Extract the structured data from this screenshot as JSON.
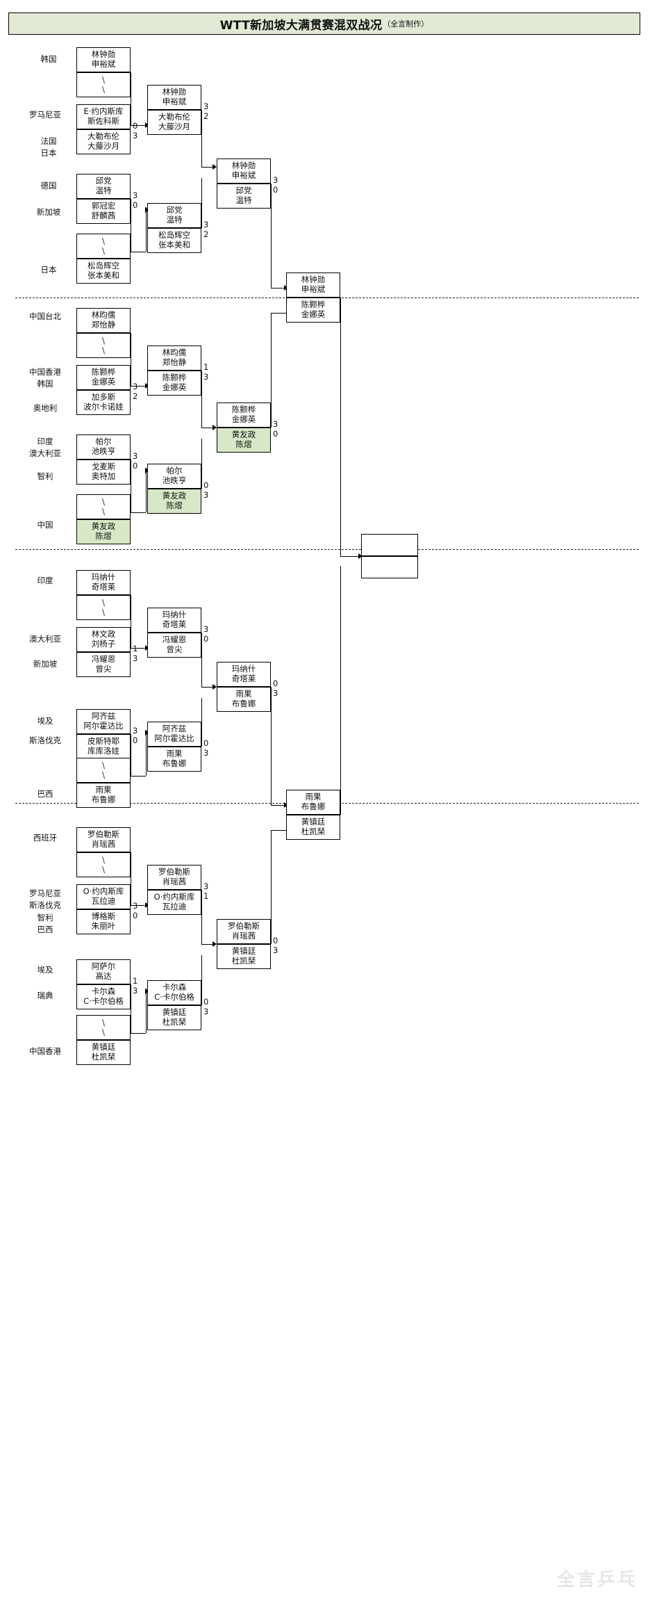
{
  "title": {
    "main": "WTT新加坡大满贯赛混双战况",
    "sub": "（全言制作）"
  },
  "watermark": "全言乒乓",
  "colors": {
    "title_bg": "#e2ead6",
    "highlight": "#d7e8c6",
    "line": "#000000",
    "text": "#111111"
  },
  "labels": {
    "bye": "\\"
  },
  "chart_data": {
    "type": "bracket",
    "title": "WTT新加坡大满贯赛混双战况",
    "rounds": [
      "R1",
      "R2",
      "QF",
      "SF",
      "F"
    ],
    "quadrants": [
      {
        "name": "Q1",
        "countries": [
          "韩国",
          "罗马尼亚",
          "法国",
          "日本",
          "德国",
          "新加坡",
          "日本"
        ],
        "matches": [
          {
            "a": "林钟勋 / 申裕斌",
            "b": "BYE",
            "winner": "林钟勋 / 申裕斌"
          },
          {
            "a": "E·约内斯库 / 斯佐科斯",
            "b": "大勒布伦 / 大藤沙月",
            "sa": 0,
            "sb": 3,
            "winner": "大勒布伦 / 大藤沙月"
          },
          {
            "a": "林钟勋 / 申裕斌",
            "b": "大勒布伦 / 大藤沙月",
            "sa": 3,
            "sb": 2,
            "winner": "林钟勋 / 申裕斌"
          },
          {
            "a": "邱党 / 温特",
            "b": "郭冠宏 / 舒麟茜",
            "sa": 3,
            "sb": 0,
            "winner": "邱党 / 温特"
          },
          {
            "a": "BYE",
            "b": "松岛辉空 / 张本美和",
            "winner": "松岛辉空 / 张本美和"
          },
          {
            "a": "邱党 / 温特",
            "b": "松岛辉空 / 张本美和",
            "sa": 3,
            "sb": 2,
            "winner": "邱党 / 温特"
          },
          {
            "a": "林钟勋 / 申裕斌",
            "b": "邱党 / 温特",
            "sa": 3,
            "sb": 0,
            "winner": "林钟勋 / 申裕斌"
          }
        ]
      },
      {
        "name": "Q2",
        "countries": [
          "中国台北",
          "中国香港",
          "韩国",
          "奥地利",
          "印度",
          "澳大利亚",
          "智利",
          "中国"
        ],
        "matches": [
          {
            "a": "林昀儒 / 郑怡静",
            "b": "BYE",
            "winner": "林昀儒 / 郑怡静"
          },
          {
            "a": "陈颢桦 / 金娜英",
            "b": "加多斯 / 波尔卡诺娃",
            "sa": 3,
            "sb": 2,
            "winner": "陈颢桦 / 金娜英"
          },
          {
            "a": "林昀儒 / 郑怡静",
            "b": "陈颢桦 / 金娜英",
            "sa": 1,
            "sb": 3,
            "winner": "陈颢桦 / 金娜英"
          },
          {
            "a": "帕尔 / 池昳亨",
            "b": "戈麦斯 / 奥特加",
            "sa": 3,
            "sb": 0,
            "winner": "帕尔 / 池昳亨"
          },
          {
            "a": "BYE",
            "b": "黄友政 / 陈熠",
            "winner": "黄友政 / 陈熠"
          },
          {
            "a": "帕尔 / 池昳亨",
            "b": "黄友政 / 陈熠",
            "sa": 0,
            "sb": 3,
            "winner": "黄友政 / 陈熠"
          },
          {
            "a": "陈颢桦 / 金娜英",
            "b": "黄友政 / 陈熠",
            "sa": 3,
            "sb": 0,
            "winner": "陈颢桦 / 金娜英"
          }
        ]
      },
      {
        "name": "Q3",
        "countries": [
          "印度",
          "澳大利亚",
          "新加坡",
          "埃及",
          "斯洛伐克",
          "巴西"
        ],
        "matches": [
          {
            "a": "玛纳什 / 奇塔莱",
            "b": "BYE",
            "winner": "玛纳什 / 奇塔莱"
          },
          {
            "a": "林文政 / 刘杨子",
            "b": "冯耀恩 / 曾尖",
            "sa": 1,
            "sb": 3,
            "winner": "冯耀恩 / 曾尖"
          },
          {
            "a": "玛纳什 / 奇塔莱",
            "b": "冯耀恩 / 曾尖",
            "sa": 3,
            "sb": 0,
            "winner": "玛纳什 / 奇塔莱"
          },
          {
            "a": "阿齐兹 / 阿尔霍达比",
            "b": "皮斯特耶 / 库库洛娃",
            "sa": 3,
            "sb": 0,
            "winner": "阿齐兹 / 阿尔霍达比"
          },
          {
            "a": "BYE",
            "b": "雨果 / 布鲁娜",
            "winner": "雨果 / 布鲁娜"
          },
          {
            "a": "阿齐兹 / 阿尔霍达比",
            "b": "雨果 / 布鲁娜",
            "sa": 0,
            "sb": 3,
            "winner": "雨果 / 布鲁娜"
          },
          {
            "a": "玛纳什 / 奇塔莱",
            "b": "雨果 / 布鲁娜",
            "sa": 0,
            "sb": 3,
            "winner": "雨果 / 布鲁娜"
          }
        ]
      },
      {
        "name": "Q4",
        "countries": [
          "西班牙",
          "罗马尼亚",
          "斯洛伐克",
          "智利",
          "巴西",
          "埃及",
          "瑞典",
          "中国香港"
        ],
        "matches": [
          {
            "a": "罗伯勒斯 / 肖瑶茜",
            "b": "BYE",
            "winner": "罗伯勒斯 / 肖瑶茜"
          },
          {
            "a": "O·约内斯库 / 瓦拉迪",
            "b": "博格斯 / 朱丽叶",
            "sa": 3,
            "sb": 0,
            "winner": "O·约内斯库 / 瓦拉迪"
          },
          {
            "a": "罗伯勒斯 / 肖瑶茜",
            "b": "O·约内斯库 / 瓦拉迪",
            "sa": 3,
            "sb": 1,
            "winner": "罗伯勒斯 / 肖瑶茜"
          },
          {
            "a": "阿萨尔 / 高达",
            "b": "卡尔森 / C·卡尔伯格",
            "sa": 1,
            "sb": 3,
            "winner": "卡尔森 / C·卡尔伯格"
          },
          {
            "a": "BYE",
            "b": "黄镇廷 / 杜凯琹",
            "winner": "黄镇廷 / 杜凯琹"
          },
          {
            "a": "卡尔森 / C·卡尔伯格",
            "b": "黄镇廷 / 杜凯琹",
            "sa": 0,
            "sb": 3,
            "winner": "黄镇廷 / 杜凯琹"
          },
          {
            "a": "罗伯勒斯 / 肖瑶茜",
            "b": "黄镇廷 / 杜凯琹",
            "sa": 0,
            "sb": 3,
            "winner": "黄镇廷 / 杜凯琹"
          }
        ]
      }
    ],
    "semifinals": [
      {
        "a": "林钟勋 / 申裕斌",
        "b": "陈颢桦 / 金娜英"
      },
      {
        "a": "雨果 / 布鲁娜",
        "b": "黄镇廷 / 杜凯琹"
      }
    ],
    "final": {
      "a": "",
      "b": ""
    }
  },
  "q1": {
    "c_kor": "韩国",
    "c_rou": "罗马尼亚",
    "c_fra": "法国",
    "c_jpn1": "日本",
    "c_ger": "德国",
    "c_sgp": "新加坡",
    "c_jpn2": "日本",
    "t1a": "林钟勋",
    "t1b": "申裕斌",
    "bye1a": "\\",
    "bye1b": "\\",
    "t2a": "E·约内斯库",
    "t2b": "斯佐科斯",
    "s2": "0",
    "t3a": "大勒布伦",
    "t3b": "大藤沙月",
    "s3": "3",
    "t4a": "邱党",
    "t4b": "温特",
    "s4": "3",
    "t5a": "郭冠宏",
    "t5b": "舒麟茜",
    "s5": "0",
    "bye2a": "\\",
    "bye2b": "\\",
    "t6a": "松岛辉空",
    "t6b": "张本美和",
    "r2_1a": "林钟勋",
    "r2_1b": "申裕斌",
    "r2_1s": "3",
    "r2_2a": "大勒布伦",
    "r2_2b": "大藤沙月",
    "r2_2s": "2",
    "r2_3a": "邱党",
    "r2_3b": "温特",
    "r2_3s": "3",
    "r2_4a": "松岛辉空",
    "r2_4b": "张本美和",
    "r2_4s": "2",
    "qf_1a": "林钟勋",
    "qf_1b": "申裕斌",
    "qf_1s": "3",
    "qf_2a": "邱党",
    "qf_2b": "温特",
    "qf_2s": "0"
  },
  "q2": {
    "c_tpe": "中国台北",
    "c_hkg": "中国香港",
    "c_kor": "韩国",
    "c_aut": "奥地利",
    "c_ind": "印度",
    "c_aus": "澳大利亚",
    "c_chi": "智利",
    "c_chn": "中国",
    "t1a": "林昀儒",
    "t1b": "郑怡静",
    "bye1a": "\\",
    "bye1b": "\\",
    "t2a": "陈颢桦",
    "t2b": "金娜英",
    "s2": "3",
    "t3a": "加多斯",
    "t3b": "波尔卡诺娃",
    "s3": "2",
    "t4a": "帕尔",
    "t4b": "池昳亨",
    "s4": "3",
    "t5a": "戈麦斯",
    "t5b": "奥特加",
    "s5": "0",
    "bye2a": "\\",
    "bye2b": "\\",
    "t6a": "黄友政",
    "t6b": "陈熠",
    "r2_1a": "林昀儒",
    "r2_1b": "郑怡静",
    "r2_1s": "1",
    "r2_2a": "陈颢桦",
    "r2_2b": "金娜英",
    "r2_2s": "3",
    "r2_3a": "帕尔",
    "r2_3b": "池昳亨",
    "r2_3s": "0",
    "r2_4a": "黄友政",
    "r2_4b": "陈熠",
    "r2_4s": "3",
    "qf_1a": "陈颢桦",
    "qf_1b": "金娜英",
    "qf_1s": "3",
    "qf_2a": "黄友政",
    "qf_2b": "陈熠",
    "qf_2s": "0"
  },
  "q3": {
    "c_ind": "印度",
    "c_aus": "澳大利亚",
    "c_sgp": "新加坡",
    "c_egy": "埃及",
    "c_svk": "斯洛伐克",
    "c_bra": "巴西",
    "t1a": "玛纳什",
    "t1b": "奇塔莱",
    "bye1a": "\\",
    "bye1b": "\\",
    "t2a": "林文政",
    "t2b": "刘杨子",
    "s2": "1",
    "t3a": "冯耀恩",
    "t3b": "曾尖",
    "s3": "3",
    "t4a": "阿齐兹",
    "t4b": "阿尔霍达比",
    "s4": "3",
    "t5a": "皮斯特耶",
    "t5b": "库库洛娃",
    "s5": "0",
    "bye2a": "\\",
    "bye2b": "\\",
    "t6a": "雨果",
    "t6b": "布鲁娜",
    "r2_1a": "玛纳什",
    "r2_1b": "奇塔莱",
    "r2_1s": "3",
    "r2_2a": "冯耀恩",
    "r2_2b": "曾尖",
    "r2_2s": "0",
    "r2_3a": "阿齐兹",
    "r2_3b": "阿尔霍达比",
    "r2_3s": "0",
    "r2_4a": "雨果",
    "r2_4b": "布鲁娜",
    "r2_4s": "3",
    "qf_1a": "玛纳什",
    "qf_1b": "奇塔莱",
    "qf_1s": "0",
    "qf_2a": "雨果",
    "qf_2b": "布鲁娜",
    "qf_2s": "3"
  },
  "q4": {
    "c_esp": "西班牙",
    "c_rou": "罗马尼亚",
    "c_svk": "斯洛伐克",
    "c_chi": "智利",
    "c_bra": "巴西",
    "c_egy": "埃及",
    "c_swe": "瑞典",
    "c_hkg": "中国香港",
    "t1a": "罗伯勒斯",
    "t1b": "肖瑶茜",
    "bye1a": "\\",
    "bye1b": "\\",
    "t2a": "O·约内斯库",
    "t2b": "瓦拉迪",
    "s2": "3",
    "t3a": "博格斯",
    "t3b": "朱丽叶",
    "s3": "0",
    "t4a": "阿萨尔",
    "t4b": "高达",
    "s4": "1",
    "t5a": "卡尔森",
    "t5b": "C·卡尔伯格",
    "s5": "3",
    "bye2a": "\\",
    "bye2b": "\\",
    "t6a": "黄镇廷",
    "t6b": "杜凯琹",
    "r2_1a": "罗伯勒斯",
    "r2_1b": "肖瑶茜",
    "r2_1s": "3",
    "r2_2a": "O·约内斯库",
    "r2_2b": "瓦拉迪",
    "r2_2s": "1",
    "r2_3a": "卡尔森",
    "r2_3b": "C·卡尔伯格",
    "r2_3s": "0",
    "r2_4a": "黄镇廷",
    "r2_4b": "杜凯琹",
    "r2_4s": "3",
    "qf_1a": "罗伯勒斯",
    "qf_1b": "肖瑶茜",
    "qf_1s": "0",
    "qf_2a": "黄镇廷",
    "qf_2b": "杜凯琹",
    "qf_2s": "3"
  },
  "sf": {
    "top_1a": "林钟勋",
    "top_1b": "申裕斌",
    "top_2a": "陈颢桦",
    "top_2b": "金娜英",
    "bot_1a": "雨果",
    "bot_1b": "布鲁娜",
    "bot_2a": "黄镇廷",
    "bot_2b": "杜凯琹"
  },
  "final": {
    "top_a": "",
    "top_b": "",
    "bot_a": "",
    "bot_b": ""
  }
}
